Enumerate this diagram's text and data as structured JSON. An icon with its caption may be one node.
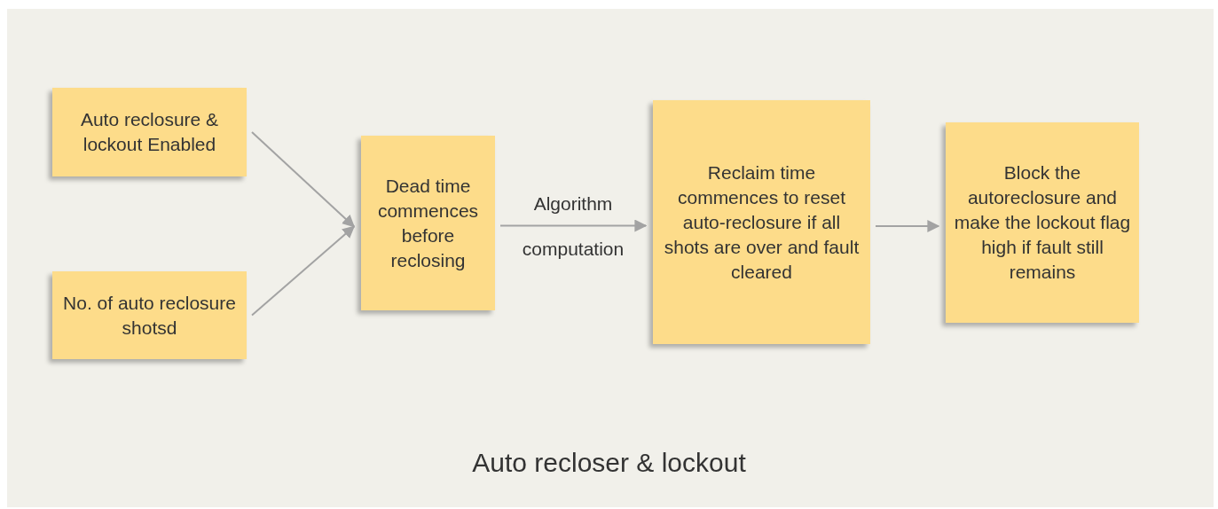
{
  "diagram": {
    "caption": "Auto recloser & lockout",
    "nodes": [
      {
        "text": [
          "Auto reclosure & lockout Enabled"
        ]
      },
      {
        "text": [
          "No. of auto reclosure shotsd"
        ]
      },
      {
        "text": [
          "Dead time commences before reclosing"
        ]
      },
      {
        "text": [
          "Reclaim time commences to reset auto-reclosure if all shots are over and fault cleared"
        ]
      },
      {
        "text": [
          "Block the autoreclosure and make the lockout flag high if fault still remains"
        ]
      }
    ],
    "edges": [
      {
        "from": 0,
        "to": 2,
        "arrow": "to"
      },
      {
        "from": 1,
        "to": 2,
        "arrow": "to"
      },
      {
        "from": 2,
        "to": 3,
        "arrow": "to",
        "label": "Algorithm computation"
      },
      {
        "from": 3,
        "to": 4,
        "arrow": "to"
      }
    ]
  }
}
